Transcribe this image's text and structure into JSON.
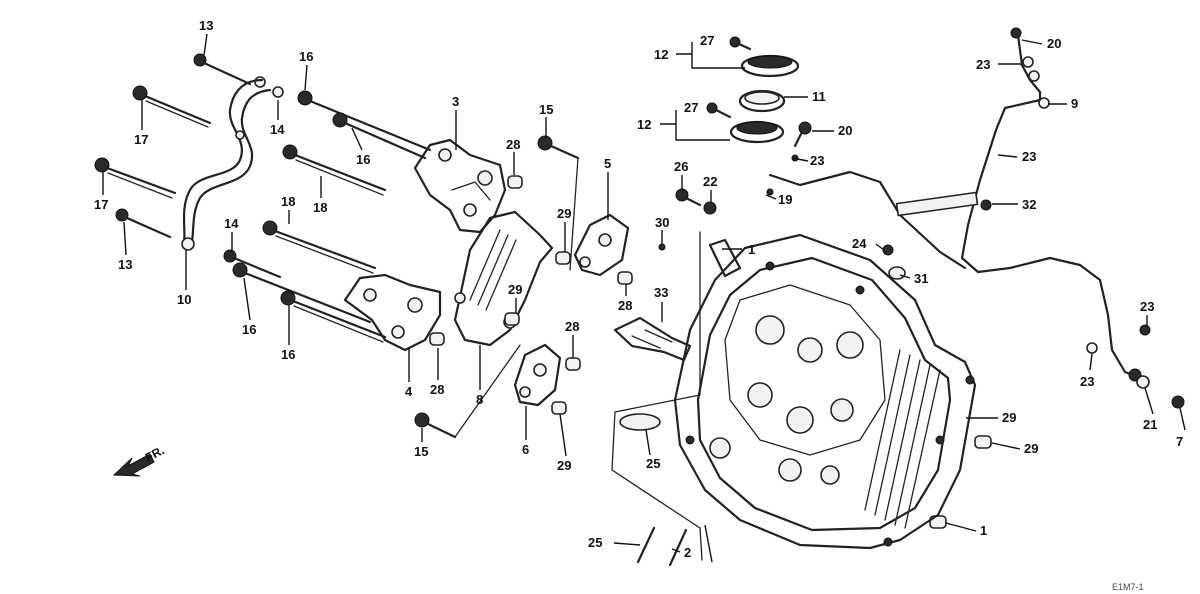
{
  "diagram": {
    "direction_label": "FR.",
    "corner_code": "E1M7-1",
    "callouts": [
      "13",
      "16",
      "3",
      "15",
      "28",
      "5",
      "17",
      "14",
      "16",
      "18",
      "17",
      "13",
      "10",
      "14",
      "18",
      "16",
      "16",
      "29",
      "29",
      "4",
      "28",
      "8",
      "15",
      "6",
      "29",
      "28",
      "26",
      "22",
      "30",
      "1",
      "28",
      "33",
      "27",
      "12",
      "11",
      "27",
      "12",
      "20",
      "23",
      "20",
      "23",
      "9",
      "23",
      "19",
      "32",
      "24",
      "31",
      "23",
      "23",
      "21",
      "7",
      "29",
      "29",
      "1",
      "25",
      "25",
      "2"
    ]
  }
}
